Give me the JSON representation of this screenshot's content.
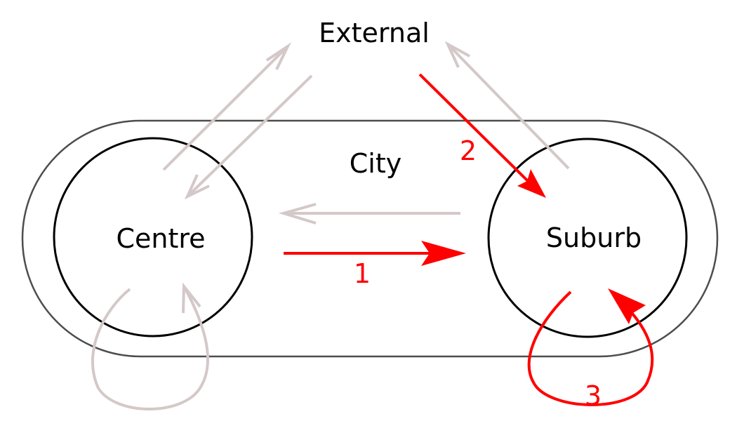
{
  "labels": {
    "external": "External",
    "city": "City",
    "centre": "Centre",
    "suburb": "Suburb"
  },
  "flow_numbers": {
    "flow1": "1",
    "flow2": "2",
    "flow3": "3"
  },
  "colors": {
    "highlight": "#ff0000",
    "muted": "#d4c8c8",
    "outline": "#000000",
    "city_outline": "#4d4d4d"
  }
}
